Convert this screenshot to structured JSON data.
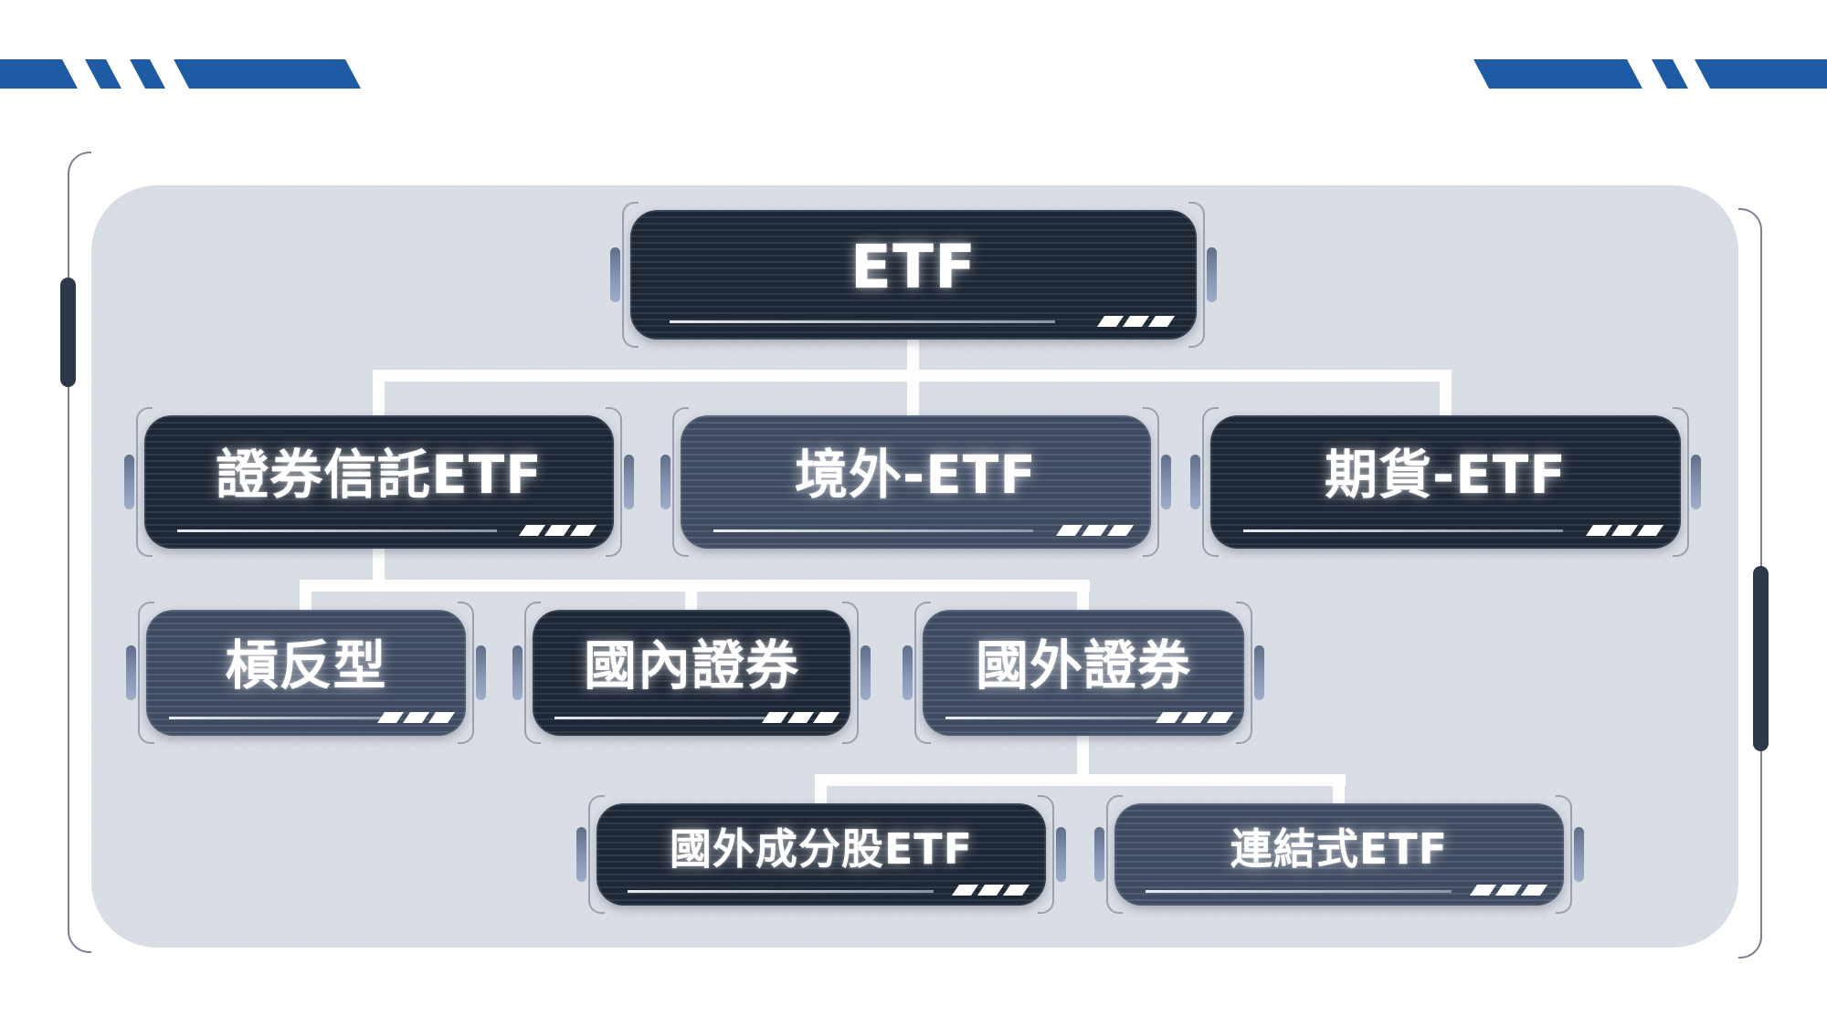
{
  "colors": {
    "accent_blue": "#1e5ba4",
    "panel_background": "#d8dce4",
    "node_dark": "#1e2734",
    "node_light": "#3f4b60",
    "connector": "#fdfdfe",
    "label_text": "#ffffff"
  },
  "diagram": {
    "type": "org-tree",
    "nodes": [
      {
        "id": "etf",
        "label": "ETF",
        "level": 1,
        "parent": null,
        "variant": "dark"
      },
      {
        "id": "securities-trust-etf",
        "label": "證券信託ETF",
        "level": 2,
        "parent": "etf",
        "variant": "dark"
      },
      {
        "id": "offshore-etf",
        "label": "境外-ETF",
        "level": 2,
        "parent": "etf",
        "variant": "light"
      },
      {
        "id": "futures-etf",
        "label": "期貨-ETF",
        "level": 2,
        "parent": "etf",
        "variant": "dark"
      },
      {
        "id": "leveraged-inverse",
        "label": "槓反型",
        "level": 3,
        "parent": "securities-trust-etf",
        "variant": "light"
      },
      {
        "id": "domestic-securities",
        "label": "國內證券",
        "level": 3,
        "parent": "securities-trust-etf",
        "variant": "dark"
      },
      {
        "id": "foreign-securities",
        "label": "國外證券",
        "level": 3,
        "parent": "securities-trust-etf",
        "variant": "light"
      },
      {
        "id": "foreign-component-stock-etf",
        "label": "國外成分股ETF",
        "level": 4,
        "parent": "foreign-securities",
        "variant": "dark"
      },
      {
        "id": "linked-etf",
        "label": "連結式ETF",
        "level": 4,
        "parent": "foreign-securities",
        "variant": "light"
      }
    ]
  }
}
